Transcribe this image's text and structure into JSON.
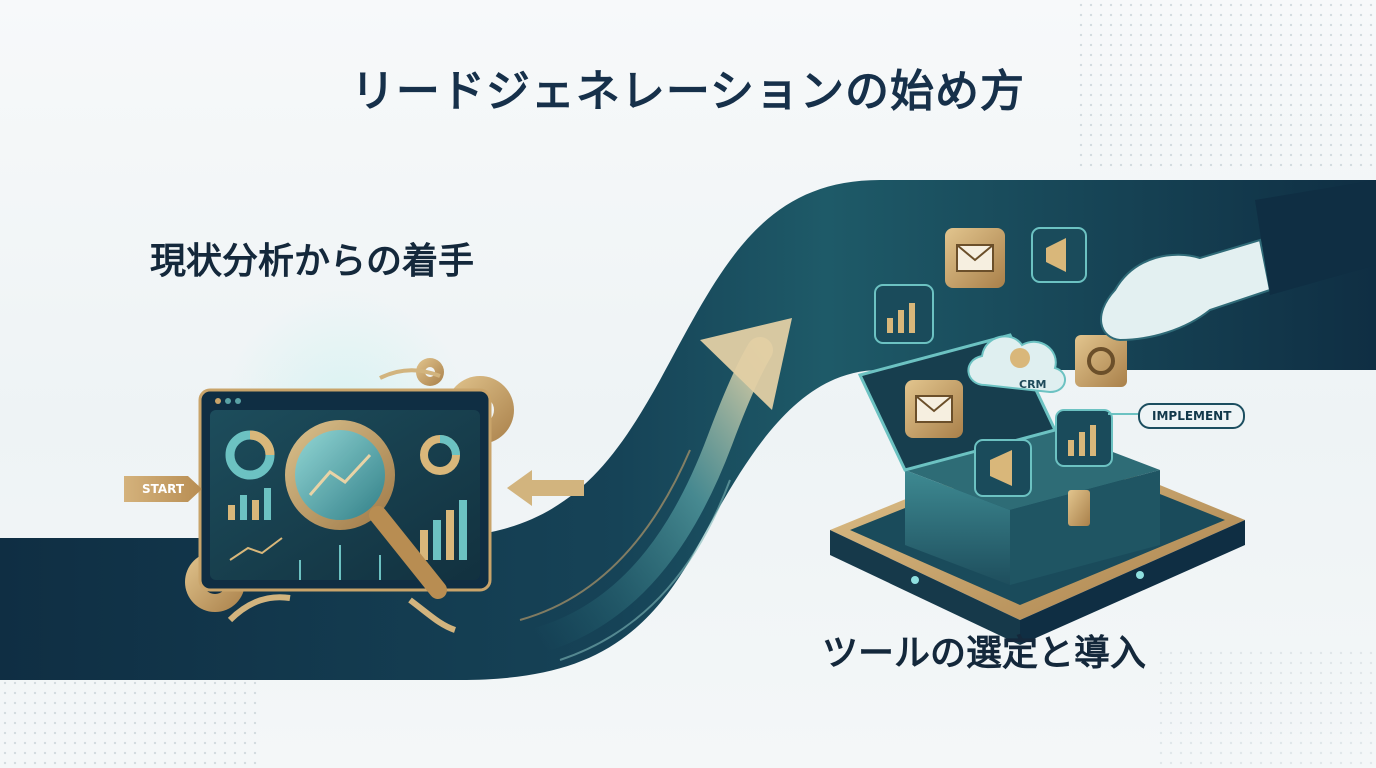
{
  "title": "リードジェネレーションの始め方",
  "sections": [
    {
      "label": "現状分析からの着手"
    },
    {
      "label": "ツールの選定と導入"
    }
  ],
  "tags": {
    "start": "START",
    "implement": "IMPLEMENT",
    "crm": "CRM"
  },
  "icons": [
    "dashboard-icon",
    "magnifier-icon",
    "gear-icon",
    "arrow-icon",
    "mail-icon",
    "megaphone-icon",
    "bar-chart-icon",
    "cloud-icon",
    "hand-icon",
    "toolbox-icon"
  ],
  "colors": {
    "navy": "#0f3147",
    "teal": "#2b7a82",
    "gold": "#c9a46a",
    "text": "#16304a"
  }
}
